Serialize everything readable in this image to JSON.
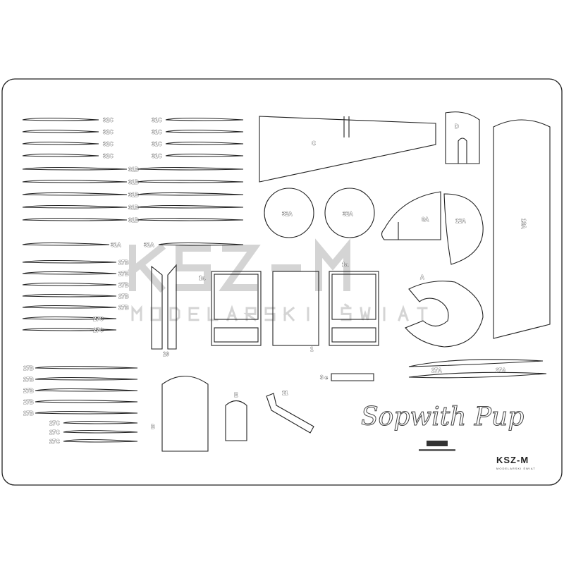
{
  "sheet": {
    "title": "Sopwith Pup",
    "watermark": {
      "main": "KSZ-M",
      "sub": "MODELARSKI ŚWIAT"
    },
    "brand": {
      "main": "KSZ-M",
      "sub": "MODELARSKI ŚWIAT"
    },
    "ribs_left_top": [
      "31C",
      "31C",
      "31C",
      "31C"
    ],
    "ribs_right_top": [
      "31C",
      "31C",
      "31C",
      "31C"
    ],
    "ribs_31b": [
      "31B",
      "31B",
      "31B",
      "31B",
      "31B"
    ],
    "ribs_31a": [
      "31A",
      "31A"
    ],
    "ribs_27_mid": [
      "27B",
      "27B",
      "27B",
      "27B",
      "27B",
      "27C",
      "27C"
    ],
    "ribs_27_low_b": [
      "27B",
      "27B",
      "27B",
      "27B",
      "27B"
    ],
    "ribs_27_low_c": [
      "27C",
      "27C",
      "27C"
    ],
    "parts": {
      "C": "C",
      "D": "D",
      "13A": "13A",
      "32A_1": "32A",
      "32A_2": "32A",
      "8A": "8A",
      "12A": "12A",
      "A": "A",
      "1a_1": "1a",
      "1a_2": "1a",
      "1": "1",
      "29": "29",
      "27A_1": "27A",
      "27A_2": "27A",
      "3e": "3 e",
      "11": "11",
      "E": "E",
      "B": "B"
    }
  }
}
